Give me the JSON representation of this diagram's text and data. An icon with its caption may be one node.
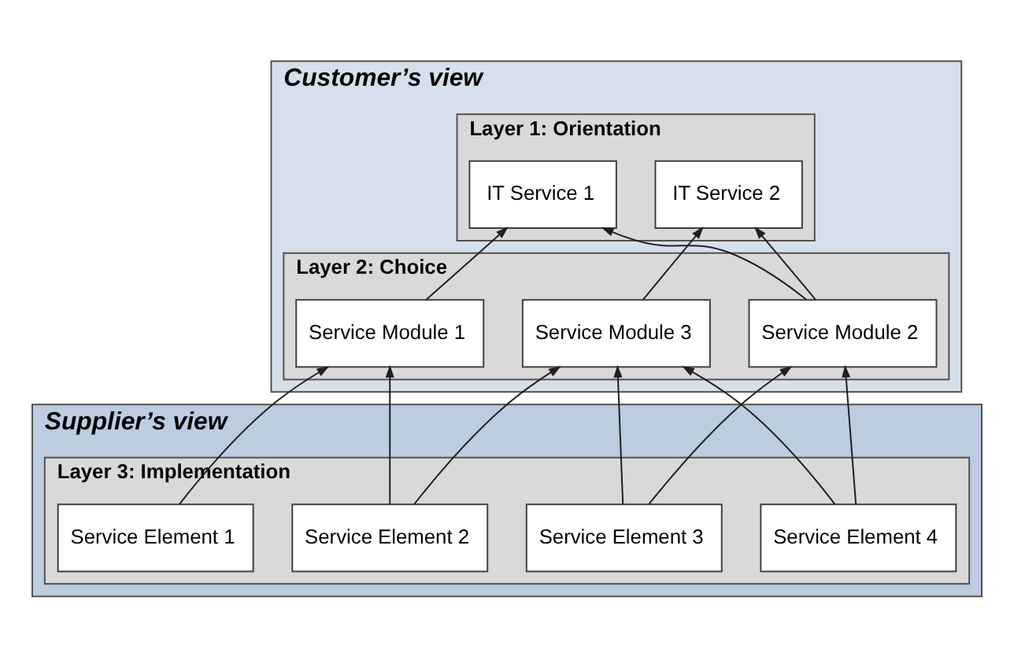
{
  "diagram": {
    "nodes": [
      {
        "text": [
          "Customer’s view"
        ]
      },
      {
        "text": [
          "Layer 1: Orientation"
        ],
        "in": 0
      },
      {
        "text": [
          "IT Service 1"
        ],
        "in": 1
      },
      {
        "text": [
          "IT Service 2"
        ],
        "in": 1
      },
      {
        "text": [
          "Layer 2: Choice"
        ],
        "in": 0
      },
      {
        "text": [
          "Service Module 1"
        ],
        "in": 4
      },
      {
        "text": [
          "Service Module 2"
        ],
        "in": 4
      },
      {
        "text": [
          "Service Module 3"
        ],
        "in": 4
      },
      {
        "text": [
          "Supplier’s view"
        ]
      },
      {
        "text": [
          "Layer 3: Implementation"
        ],
        "in": 8
      },
      {
        "text": [
          "Service Element 1"
        ],
        "in": 9
      },
      {
        "text": [
          "Service Element 2"
        ],
        "in": 9
      },
      {
        "text": [
          "Service Element 3"
        ],
        "in": 9
      },
      {
        "text": [
          "Service Element 4"
        ],
        "in": 9
      }
    ],
    "edges": [
      {
        "from": 5,
        "to": 2,
        "arrow": "to"
      },
      {
        "from": 6,
        "to": 2,
        "arrow": "to"
      },
      {
        "from": 6,
        "to": 3,
        "arrow": "to"
      },
      {
        "from": 7,
        "to": 3,
        "arrow": "to"
      },
      {
        "from": 10,
        "to": 5,
        "arrow": "to"
      },
      {
        "from": 11,
        "to": 5,
        "arrow": "to"
      },
      {
        "from": 11,
        "to": 7,
        "arrow": "to"
      },
      {
        "from": 12,
        "to": 6,
        "arrow": "to"
      },
      {
        "from": 12,
        "to": 7,
        "arrow": "to"
      },
      {
        "from": 13,
        "to": 6,
        "arrow": "to"
      },
      {
        "from": 13,
        "to": 7,
        "arrow": "to"
      }
    ]
  }
}
